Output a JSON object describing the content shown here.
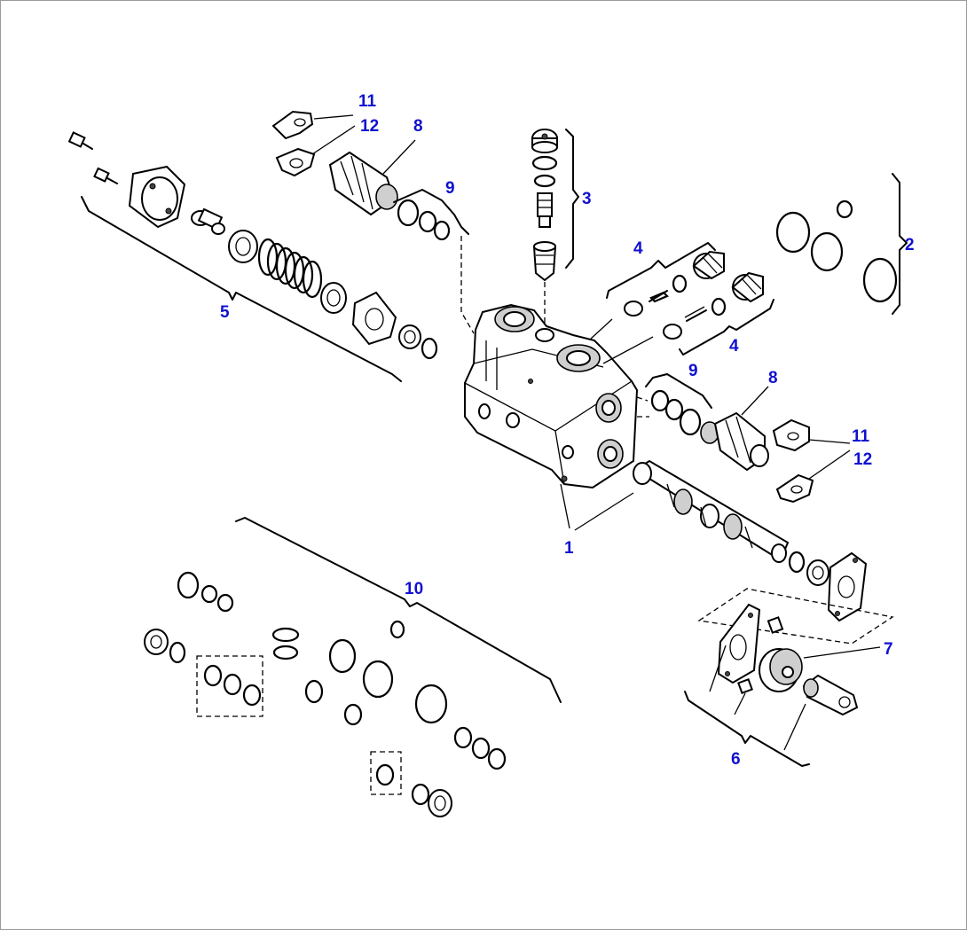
{
  "diagram": {
    "callouts": [
      {
        "id": "c1",
        "text": "1"
      },
      {
        "id": "c2",
        "text": "2"
      },
      {
        "id": "c3",
        "text": "3"
      },
      {
        "id": "c4a",
        "text": "4"
      },
      {
        "id": "c4b",
        "text": "4"
      },
      {
        "id": "c5",
        "text": "5"
      },
      {
        "id": "c6",
        "text": "6"
      },
      {
        "id": "c7",
        "text": "7"
      },
      {
        "id": "c8a",
        "text": "8"
      },
      {
        "id": "c8b",
        "text": "8"
      },
      {
        "id": "c9a",
        "text": "9"
      },
      {
        "id": "c9b",
        "text": "9"
      },
      {
        "id": "c10",
        "text": "10"
      },
      {
        "id": "c11a",
        "text": "11"
      },
      {
        "id": "c12a",
        "text": "12"
      },
      {
        "id": "c11b",
        "text": "11"
      },
      {
        "id": "c12b",
        "text": "12"
      }
    ],
    "callout_color": "#1010d0",
    "line_color": "#000000"
  }
}
